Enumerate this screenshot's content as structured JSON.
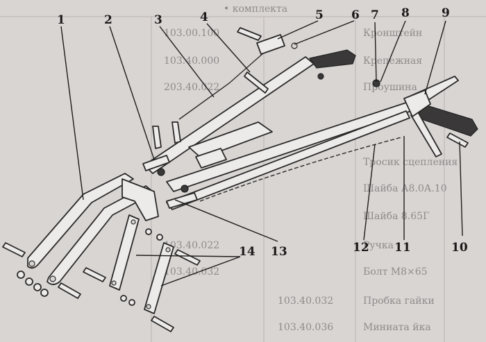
{
  "background_text": {
    "header": "• комплекта",
    "rows": [
      "Кронштейн",
      "Крепежная",
      "Проушина",
      "Тросик сцепления",
      "Шайба А8.0А.10",
      "Шайба 8.65Г",
      "Ручка",
      "Болт М8×65",
      "Пробка гайки",
      "Миниата йка"
    ],
    "codes": [
      "103.00.100",
      "103.40.000",
      "203.40.022",
      "103.40.022",
      "103.40.032",
      "103.40.032",
      "103.40.036"
    ]
  },
  "callouts": [
    {
      "label": "1"
    },
    {
      "label": "2"
    },
    {
      "label": "3"
    },
    {
      "label": "4"
    },
    {
      "label": "5"
    },
    {
      "label": "6"
    },
    {
      "label": "7"
    },
    {
      "label": "8"
    },
    {
      "label": "9"
    },
    {
      "label": "10"
    },
    {
      "label": "11"
    },
    {
      "label": "12"
    },
    {
      "label": "13"
    },
    {
      "label": "14"
    }
  ]
}
